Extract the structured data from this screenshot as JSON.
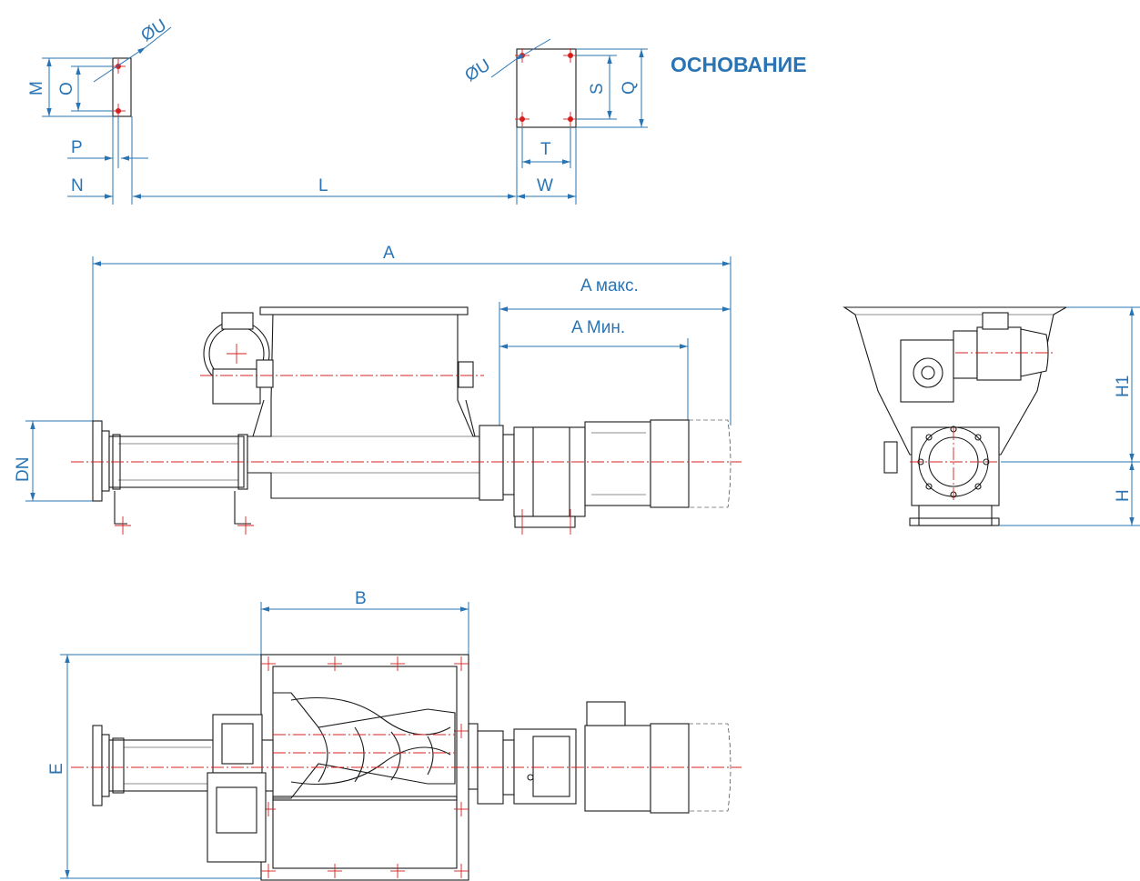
{
  "title": "ОСНОВАНИЕ",
  "colors": {
    "dimension": "#2a74b4",
    "axis": "#d42020",
    "outline": "#1a1a1a"
  },
  "labels": {
    "phi_u_left": "ØU",
    "phi_u_right": "ØU",
    "M": "M",
    "O": "O",
    "P": "P",
    "N": "N",
    "L": "L",
    "S": "S",
    "Q": "Q",
    "T": "T",
    "W": "W",
    "A": "A",
    "A_max": "A макс.",
    "A_min": "A Мин.",
    "DN": "DN",
    "H1": "H1",
    "H": "H",
    "B": "B",
    "E": "E"
  }
}
